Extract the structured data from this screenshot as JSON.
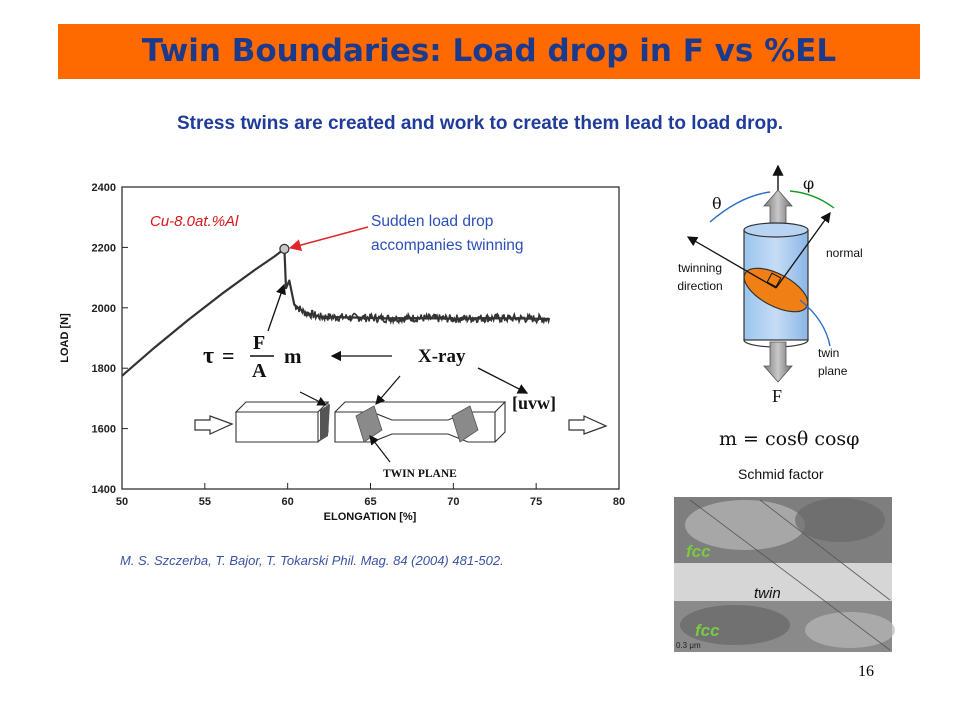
{
  "header": {
    "title": "Twin Boundaries: Load drop in F vs %EL"
  },
  "subtitle": "Stress twins are created and work to create them lead to load drop.",
  "chart_data": {
    "type": "line",
    "xlabel": "ELONGATION [%]",
    "ylabel": "LOAD [N]",
    "xlim": [
      50,
      80
    ],
    "ylim": [
      1400,
      2400
    ],
    "xticks": [
      "50",
      "55",
      "60",
      "65",
      "70",
      "75",
      "80"
    ],
    "yticks": [
      "1400",
      "1600",
      "1800",
      "2000",
      "2200",
      "2400"
    ],
    "series": [
      {
        "name": "Cu-8.0at.%Al",
        "color": "#333333",
        "x": [
          50,
          52,
          54,
          56,
          58,
          59.2,
          59.8,
          59.9,
          60.1,
          60.4,
          61,
          62,
          64,
          66,
          68,
          70,
          72,
          74,
          75.8
        ],
        "y": [
          1775,
          1870,
          1960,
          2045,
          2125,
          2170,
          2195,
          2065,
          2090,
          2010,
          1985,
          1970,
          1968,
          1965,
          1966,
          1964,
          1966,
          1965,
          1963
        ]
      }
    ],
    "grid": false,
    "annotations": {
      "material": "Cu-8.0at.%Al",
      "drop_line1": "Sudden load drop",
      "drop_line2": "accompanies twinning",
      "drop_point": [
        59.8,
        2195
      ]
    }
  },
  "inset": {
    "tau": "τ",
    "equals": "=",
    "frac_num": "F",
    "frac_den": "A",
    "m": "m",
    "xray": "X-ray",
    "uvw": "[uvw]",
    "twin_plane": "TWIN PLANE"
  },
  "citation": "M. S. Szczerba, T. Bajor, T. Tokarski  Phil. Mag. 84 (2004) 481-502.",
  "schmid": {
    "theta": "θ",
    "phi": "φ",
    "normal": "normal",
    "twinning": "twinning",
    "direction": "direction",
    "twin": "twin",
    "plane": "plane",
    "force": "F",
    "formula": "m = cosθ cosφ",
    "factor_label": "Schmid factor"
  },
  "micrograph": {
    "fcc_top": "fcc",
    "twin": "twin",
    "fcc_bottom": "fcc",
    "scale": "0.3 μm"
  },
  "page_number": "16"
}
